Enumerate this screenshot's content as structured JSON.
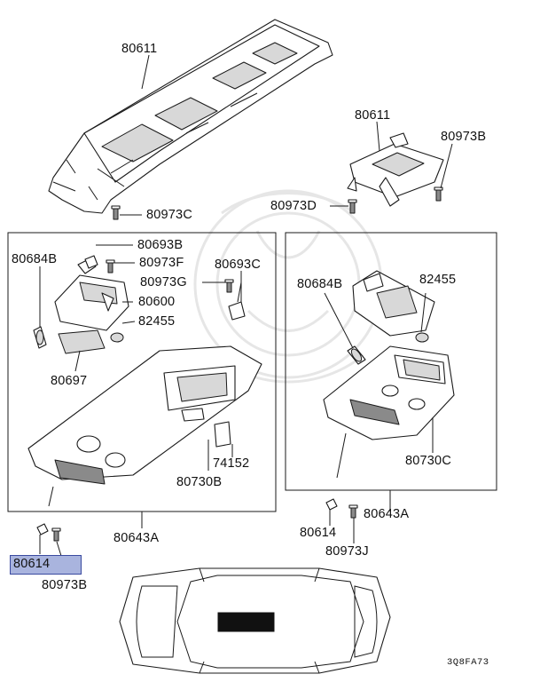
{
  "diagram": {
    "callouts": {
      "c80611_top": "80611",
      "c80611_right": "80611",
      "c80973B_right": "80973B",
      "c80973C": "80973C",
      "c80973D": "80973D",
      "c80684B_left": "80684B",
      "c80693B": "80693B",
      "c80973F": "80973F",
      "c80693C": "80693C",
      "c80973G": "80973G",
      "c80600": "80600",
      "c82455_left": "82455",
      "c80697": "80697",
      "c74152": "74152",
      "c80730B": "80730B",
      "c80643A_left": "80643A",
      "c80614_left": "80614",
      "c80973B_left": "80973B",
      "c80684B_right": "80684B",
      "c82455_right": "82455",
      "c80730C": "80730C",
      "c80643A_right": "80643A",
      "c80614_right": "80614",
      "c80973J": "80973J"
    },
    "selected_part": "80614",
    "diagram_code": "3Q8FA73"
  }
}
